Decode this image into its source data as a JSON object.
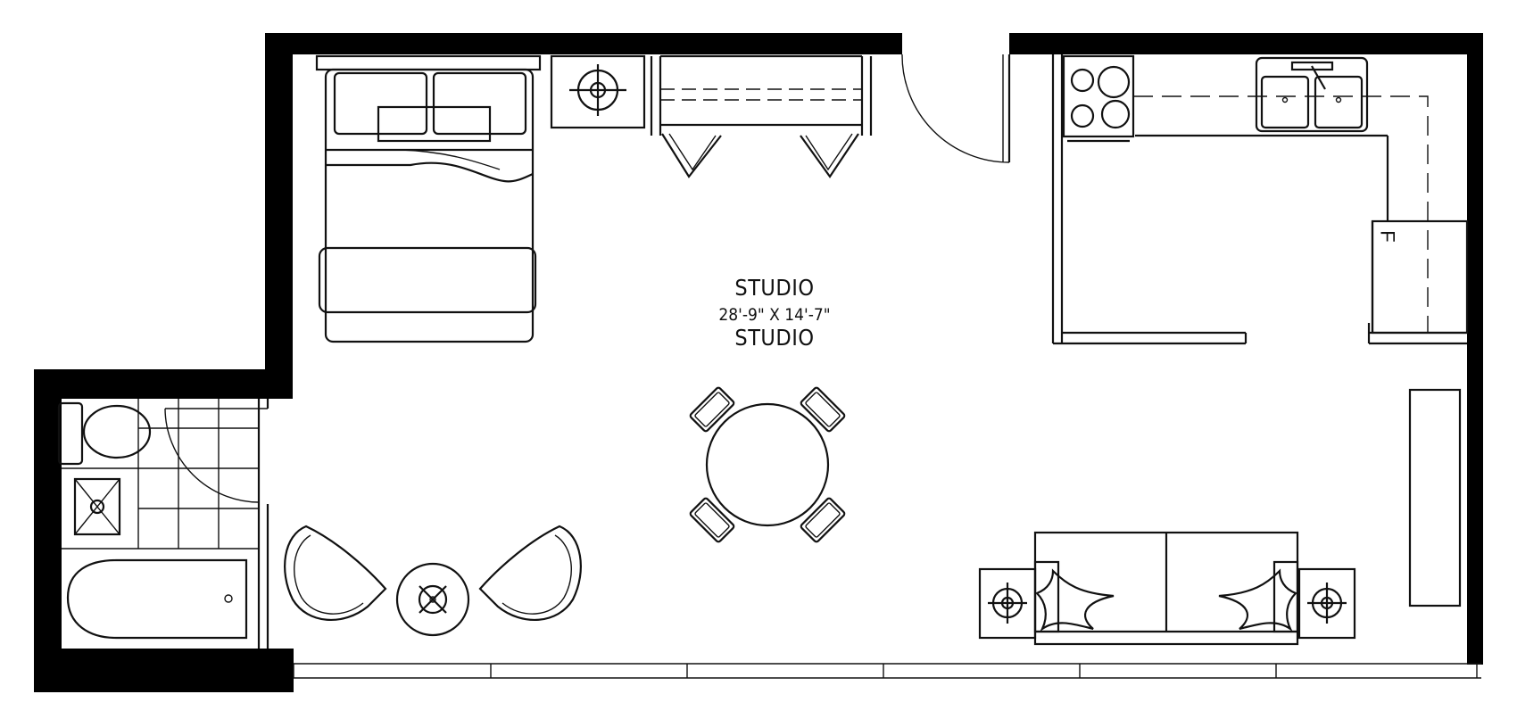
{
  "room": {
    "name": "STUDIO",
    "dimensions": "28'-9\" X 14'-7\"",
    "name_repeat": "STUDIO"
  },
  "fridge_mark": "F"
}
